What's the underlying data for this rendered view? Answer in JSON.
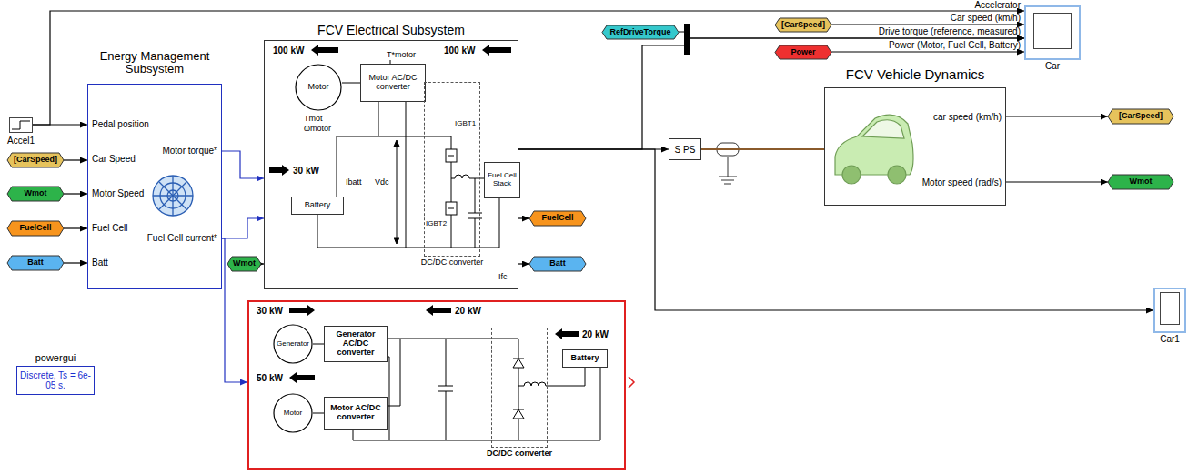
{
  "diagram": {
    "nodes": [
      {
        "text": [
          "Accel1"
        ]
      },
      {
        "text": [
          "Energy Management Subsystem",
          "Pedal position",
          "Car Speed",
          "Motor Speed",
          "Fuel Cell",
          "Batt",
          "Motor torque*",
          "Fuel Cell current*"
        ]
      },
      {
        "text": [
          "[CarSpeed]"
        ]
      },
      {
        "text": [
          "Wmot"
        ]
      },
      {
        "text": [
          "FuelCell"
        ]
      },
      {
        "text": [
          "Batt"
        ]
      },
      {
        "text": [
          "powergui",
          "Discrete, Ts = 6e-05 s."
        ]
      },
      {
        "text": [
          "FCV Electrical Subsystem"
        ]
      },
      {
        "text": [
          "Motor"
        ],
        "in": 7
      },
      {
        "text": [
          "Motor AC/DC converter"
        ],
        "in": 7
      },
      {
        "text": [
          "Battery"
        ],
        "in": 7
      },
      {
        "text": [
          "DC/DC converter"
        ],
        "in": 7
      },
      {
        "text": [
          "Fuel Cell Stack"
        ],
        "in": 7
      },
      {
        "text": [
          "Wmot"
        ]
      },
      {
        "text": [
          "FuelCell"
        ]
      },
      {
        "text": [
          "Batt"
        ]
      },
      {
        "text": []
      },
      {
        "text": [
          "Generator"
        ],
        "in": 16
      },
      {
        "text": [
          "Generator AC/DC converter"
        ],
        "in": 16
      },
      {
        "text": [
          "Motor"
        ],
        "in": 16
      },
      {
        "text": [
          "Motor AC/DC converter"
        ],
        "in": 16
      },
      {
        "text": [
          "DC/DC converter"
        ],
        "in": 16
      },
      {
        "text": [
          "Battery"
        ],
        "in": 16
      },
      {
        "text": [
          "RefDriveTorque"
        ]
      },
      {
        "text": [
          "[CarSpeed]"
        ]
      },
      {
        "text": [
          "Power"
        ]
      },
      {
        "text": [
          "S PS"
        ]
      },
      {
        "text": [
          "FCV Vehicle Dynamics",
          "car speed (km/h)",
          "Motor speed (rad/s)"
        ]
      },
      {
        "text": [
          "Car"
        ]
      },
      {
        "text": [
          "[CarSpeed]"
        ]
      },
      {
        "text": [
          "Wmot"
        ]
      },
      {
        "text": [
          "Car1"
        ]
      }
    ],
    "edges": [
      {
        "from": 0,
        "to": 1,
        "arrow": "to"
      },
      {
        "from": 0,
        "to": 28,
        "arrow": "to"
      },
      {
        "from": 2,
        "to": 1,
        "arrow": "to"
      },
      {
        "from": 3,
        "to": 1,
        "arrow": "to"
      },
      {
        "from": 4,
        "to": 1,
        "arrow": "to"
      },
      {
        "from": 5,
        "to": 1,
        "arrow": "to"
      },
      {
        "from": 1,
        "to": 7,
        "arrow": "to"
      },
      {
        "from": 1,
        "to": 7,
        "arrow": "to"
      },
      {
        "from": 1,
        "to": 16,
        "arrow": "to"
      },
      {
        "from": 13,
        "to": 7,
        "arrow": "to"
      },
      {
        "from": 7,
        "to": 14,
        "arrow": "to"
      },
      {
        "from": 7,
        "to": 15,
        "arrow": "to"
      },
      {
        "from": 7,
        "to": 26,
        "arrow": "to"
      },
      {
        "from": 7,
        "to": 28,
        "arrow": "to"
      },
      {
        "from": 7,
        "to": 31,
        "arrow": "to"
      },
      {
        "from": 23,
        "to": 28,
        "arrow": "to"
      },
      {
        "from": 24,
        "to": 28,
        "arrow": "to"
      },
      {
        "from": 25,
        "to": 28,
        "arrow": "to"
      },
      {
        "from": 26,
        "to": 27,
        "arrow": "none"
      },
      {
        "from": 27,
        "to": 29,
        "arrow": "to"
      },
      {
        "from": 27,
        "to": 30,
        "arrow": "to"
      }
    ],
    "labels": [
      "Accelerator",
      "Car speed (km/h)",
      "Drive torque (reference, measured)",
      "Power (Motor, Fuel Cell, Battery)",
      "100 kW",
      "T*motor",
      "Tmot",
      "ωmotor",
      "30 kW",
      "Ibatt",
      "Vdc",
      "100 kW",
      "IGBT1",
      "IGBT2",
      "Ifc",
      "30 kW",
      "20 kW",
      "20 kW",
      "50 kW"
    ]
  }
}
